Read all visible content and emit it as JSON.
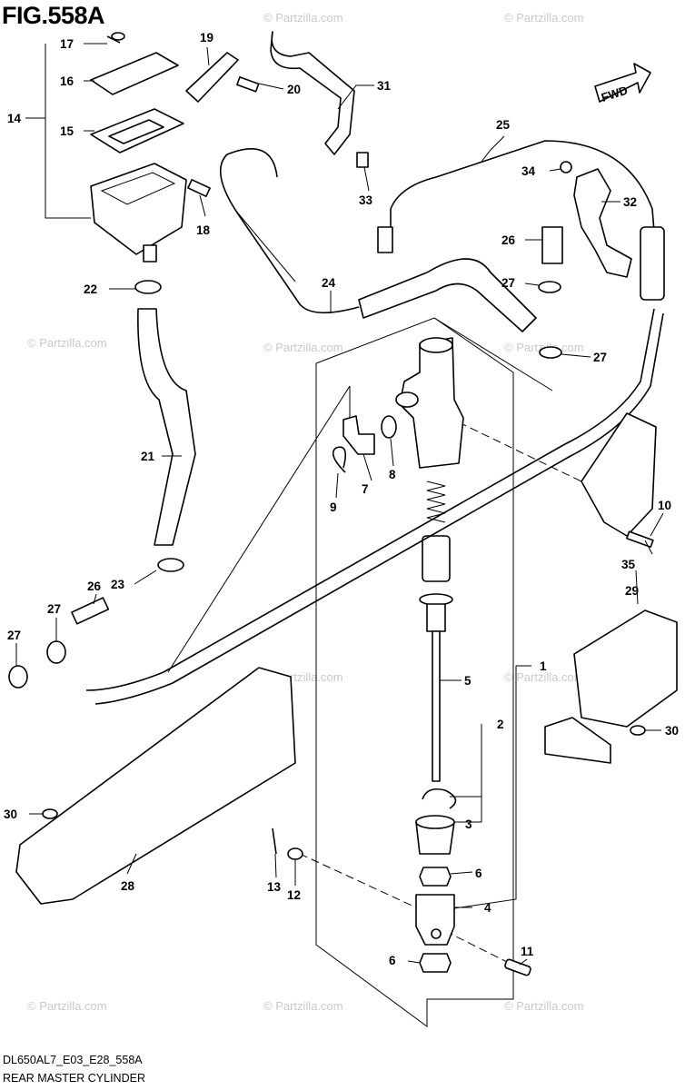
{
  "figure": {
    "title": "FIG.558A",
    "code": "DL650AL7_E03_E28_558A",
    "caption": "REAR MASTER CYLINDER",
    "direction_label": "FWD"
  },
  "watermark": "© Partzilla.com",
  "callouts": {
    "n1": "1",
    "n2": "2",
    "n3": "3",
    "n4": "4",
    "n5": "5",
    "n6a": "6",
    "n6b": "6",
    "n7": "7",
    "n8": "8",
    "n9": "9",
    "n10": "10",
    "n11": "11",
    "n12": "12",
    "n13": "13",
    "n14": "14",
    "n15": "15",
    "n16": "16",
    "n17": "17",
    "n18": "18",
    "n19": "19",
    "n20": "20",
    "n21": "21",
    "n22": "22",
    "n23": "23",
    "n24": "24",
    "n25": "25",
    "n26a": "26",
    "n26b": "26",
    "n27a": "27",
    "n27b": "27",
    "n27c": "27",
    "n27d": "27",
    "n28": "28",
    "n29": "29",
    "n30a": "30",
    "n30b": "30",
    "n31": "31",
    "n32": "32",
    "n33": "33",
    "n34": "34",
    "n35": "35"
  }
}
